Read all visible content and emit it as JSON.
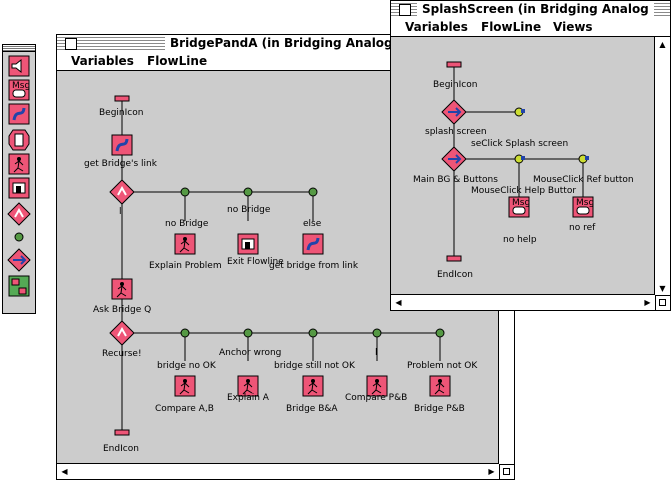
{
  "palette": {
    "items": [
      {
        "name": "sound-icon"
      },
      {
        "name": "message-icon",
        "text": "Msg"
      },
      {
        "name": "calculation-icon"
      },
      {
        "name": "erase-icon"
      },
      {
        "name": "framework-icon"
      },
      {
        "name": "exit-flowline-icon"
      },
      {
        "name": "decision-icon"
      },
      {
        "name": "navigate-icon"
      },
      {
        "name": "hypertext-icon"
      },
      {
        "name": "map-icon"
      }
    ]
  },
  "main_window": {
    "title": "BridgePandA (in Bridging Analogie",
    "menu": [
      "Variables",
      "FlowLine"
    ],
    "labels": {
      "begin": "BeginIcon",
      "get_link": "get Bridge's link",
      "branch1_sep": "l",
      "no_bridge_1": "no Bridge",
      "no_bridge_2": "no Bridge",
      "else": "else",
      "explain_problem": "Explain Problem",
      "exit_flowline": "Exit Flowline",
      "get_bridge_from_link": "get bridge from link",
      "ask_bridge_q": "Ask Bridge Q",
      "recurse": "Recurse!",
      "bridge_no_ok": "bridge no OK",
      "anchor_wrong": "Anchor wrong",
      "bridge_still_not_ok": "bridge still not OK",
      "sep2": "l",
      "problem_not_ok": "Problem not OK",
      "compare_ab": "Compare A,B",
      "explain_a": "Explain A",
      "bridge_ba": "Bridge B&A",
      "compare_pb": "Compare P&B",
      "bridge_pb": "Bridge P&B",
      "end": "EndIcon"
    }
  },
  "splash_window": {
    "title": "SplashScreen (in Bridging Analog",
    "menu": [
      "Variables",
      "FlowLine",
      "Views"
    ],
    "labels": {
      "begin": "BeginIcon",
      "splash_screen": "splash screen",
      "se_click": "seClick Splash screen",
      "main_bg": "Main BG & Buttons",
      "mouseclick_ref": "MouseClick Ref button",
      "mouseclick_help": "MouseClick Help Buttor",
      "msg1": "Msg",
      "msg2": "Msg",
      "no_help": "no help",
      "no_ref": "no ref",
      "end": "EndIcon"
    }
  },
  "colors": {
    "icon": "#ee5577",
    "node": "#559944",
    "window_bg": "#cccccc"
  }
}
